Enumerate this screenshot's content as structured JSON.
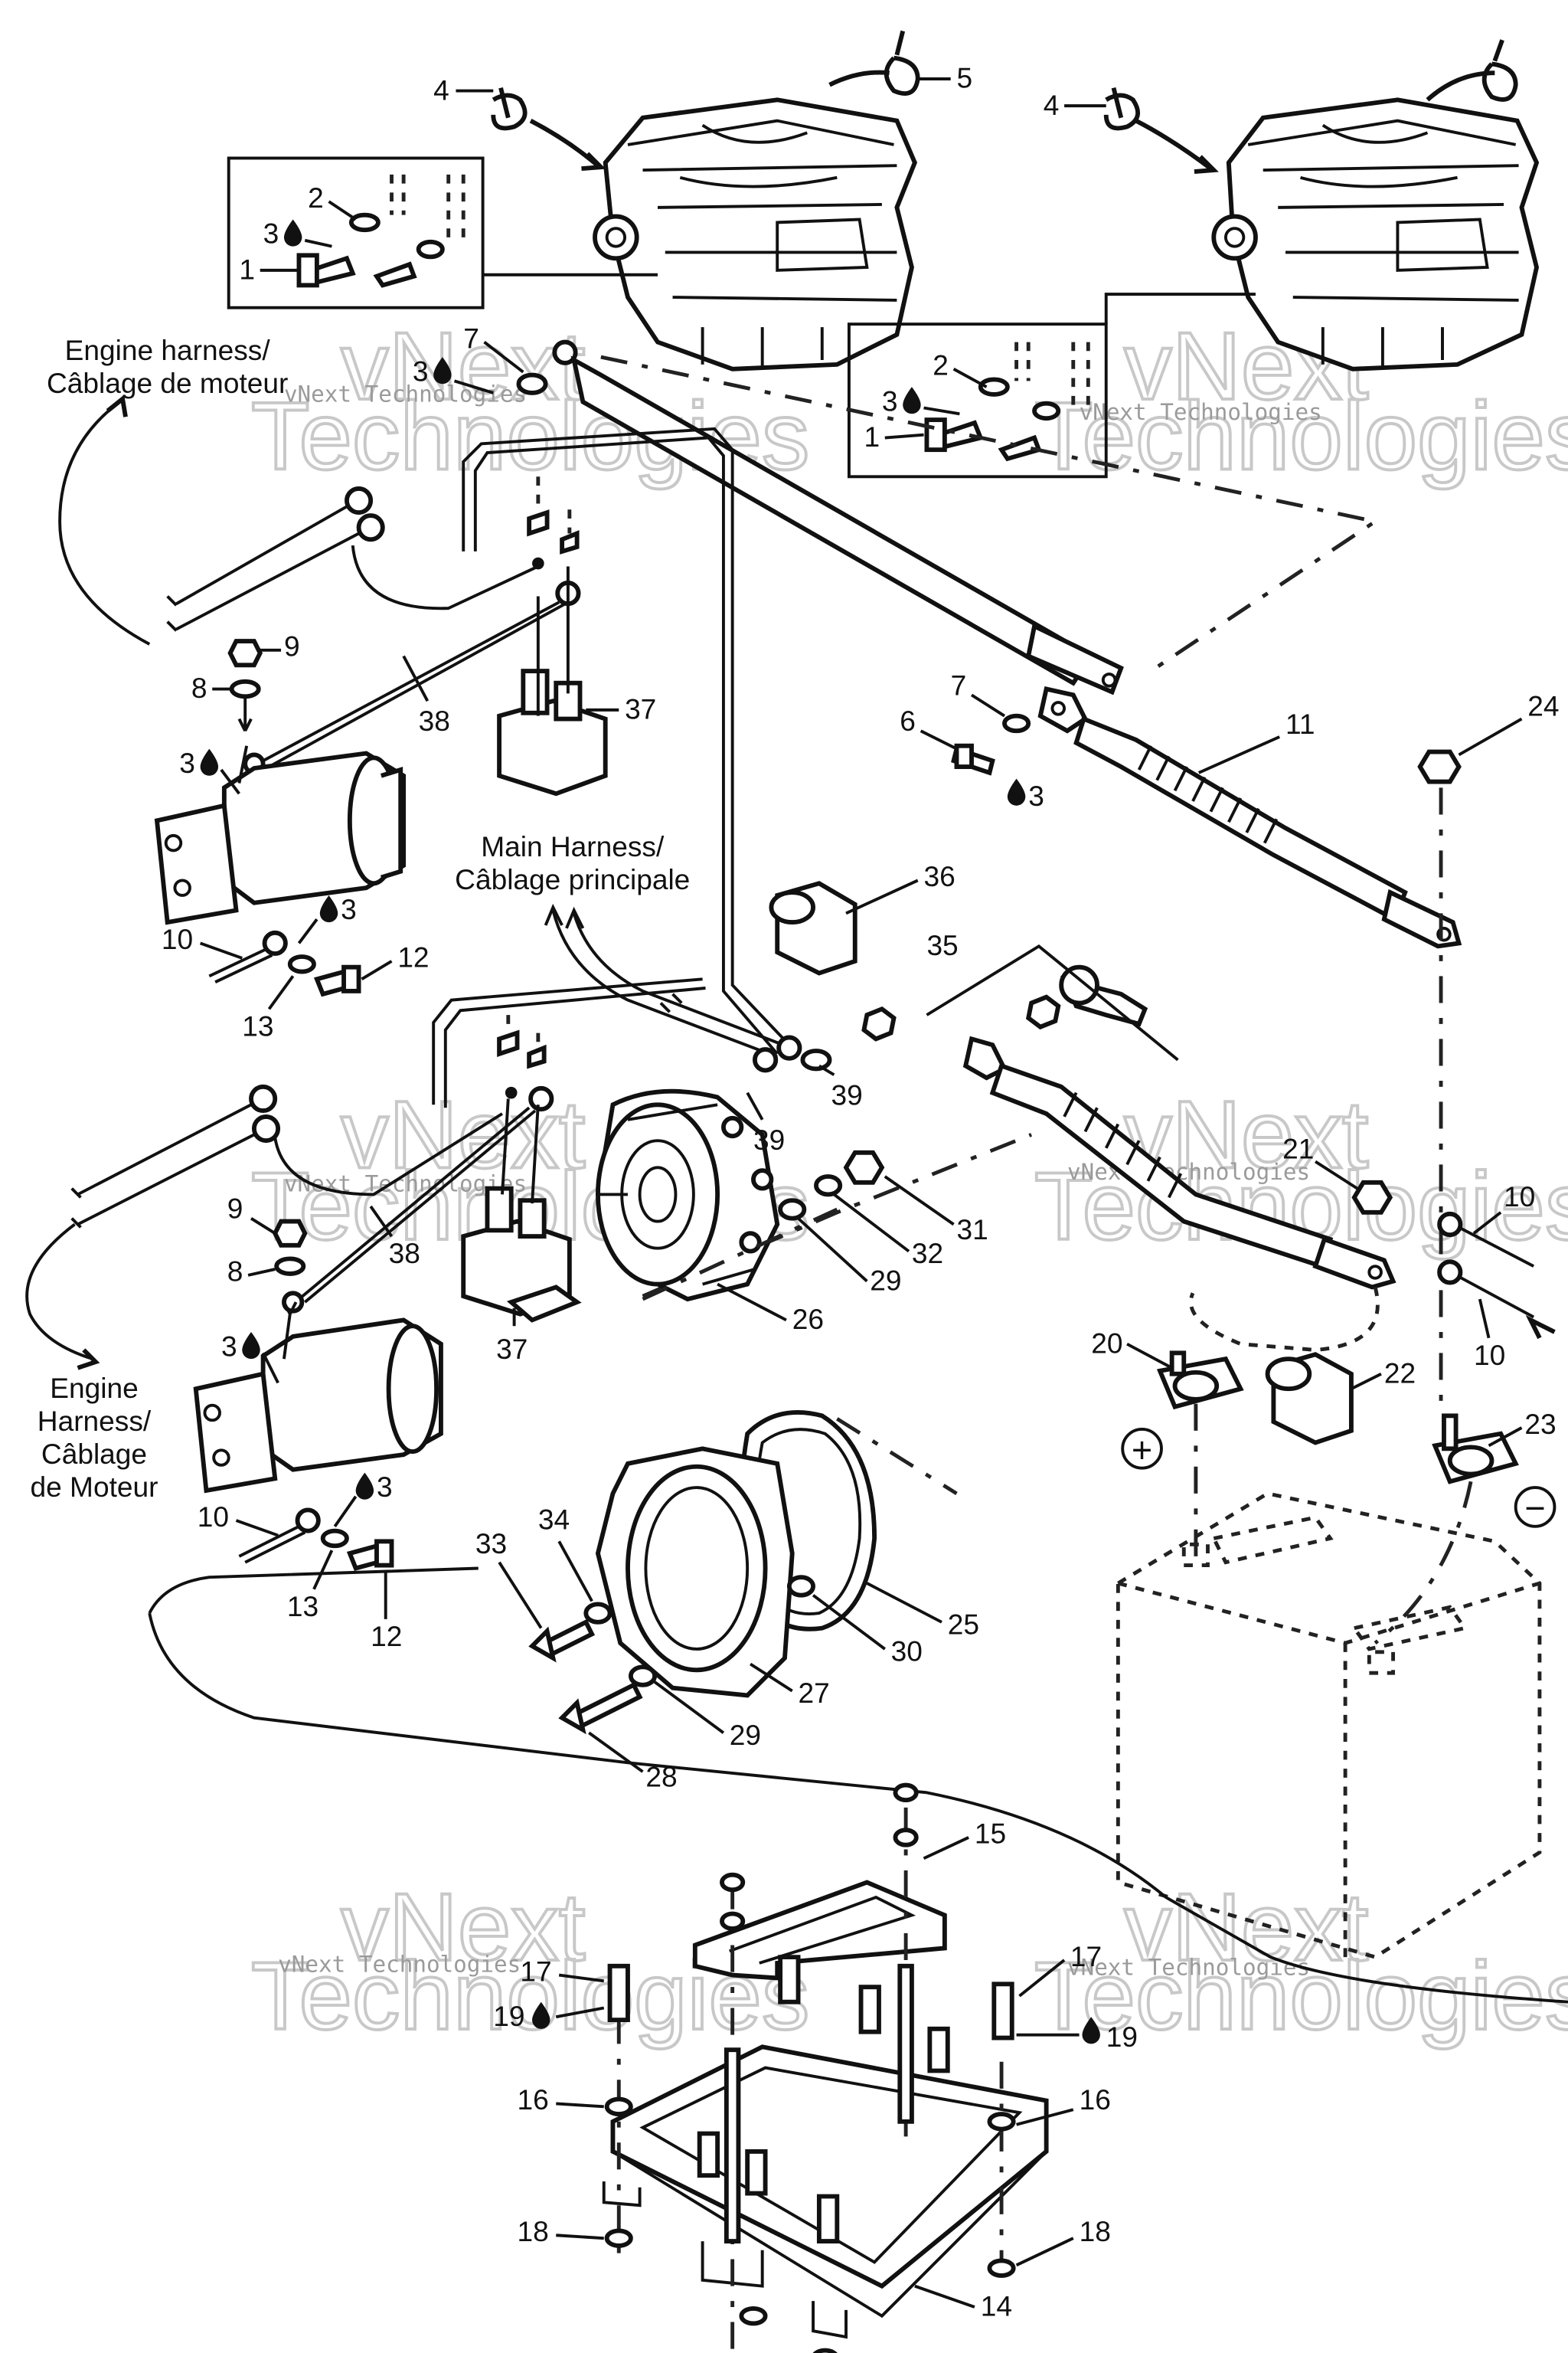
{
  "labels": {
    "engine_harness_top_line1": "Engine harness/",
    "engine_harness_top_line2": "Câblage de moteur",
    "main_harness_line1": "Main Harness/",
    "main_harness_line2": "Câblage principale",
    "engine_harness_bottom_line1": "Engine",
    "engine_harness_bottom_line2": "Harness/",
    "engine_harness_bottom_line3": "Câblage",
    "engine_harness_bottom_line4": "de Moteur",
    "plus": "+",
    "minus": "−"
  },
  "watermark": {
    "line1": "vNext",
    "line2": "Technologies",
    "small": "vNext Technologies"
  },
  "callouts": {
    "c1a": "1",
    "c1b": "1",
    "c2a": "2",
    "c2b": "2",
    "c3a": "3",
    "c3b": "3",
    "c3c": "3",
    "c3d": "3",
    "c3e": "3",
    "c3f": "3",
    "c3g": "3",
    "c4a": "4",
    "c4b": "4",
    "c5": "5",
    "c6": "6",
    "c7a": "7",
    "c7b": "7",
    "c8a": "8",
    "c8b": "8",
    "c9a": "9",
    "c9b": "9",
    "c10a": "10",
    "c10b": "10",
    "c10c": "10",
    "c10d": "10",
    "c11": "11",
    "c12a": "12",
    "c12b": "12",
    "c13a": "13",
    "c13b": "13",
    "c14": "14",
    "c15": "15",
    "c16a": "16",
    "c16b": "16",
    "c17a": "17",
    "c17b": "17",
    "c18a": "18",
    "c18b": "18",
    "c19a": "19",
    "c19b": "19",
    "c20": "20",
    "c21": "21",
    "c22": "22",
    "c23": "23",
    "c24": "24",
    "c25": "25",
    "c26": "26",
    "c27": "27",
    "c28": "28",
    "c29a": "29",
    "c29b": "29",
    "c30": "30",
    "c31": "31",
    "c32": "32",
    "c33": "33",
    "c34": "34",
    "c35": "35",
    "c36": "36",
    "c37a": "37",
    "c37b": "37",
    "c38a": "38",
    "c38b": "38",
    "c39a": "39",
    "c39b": "39"
  }
}
